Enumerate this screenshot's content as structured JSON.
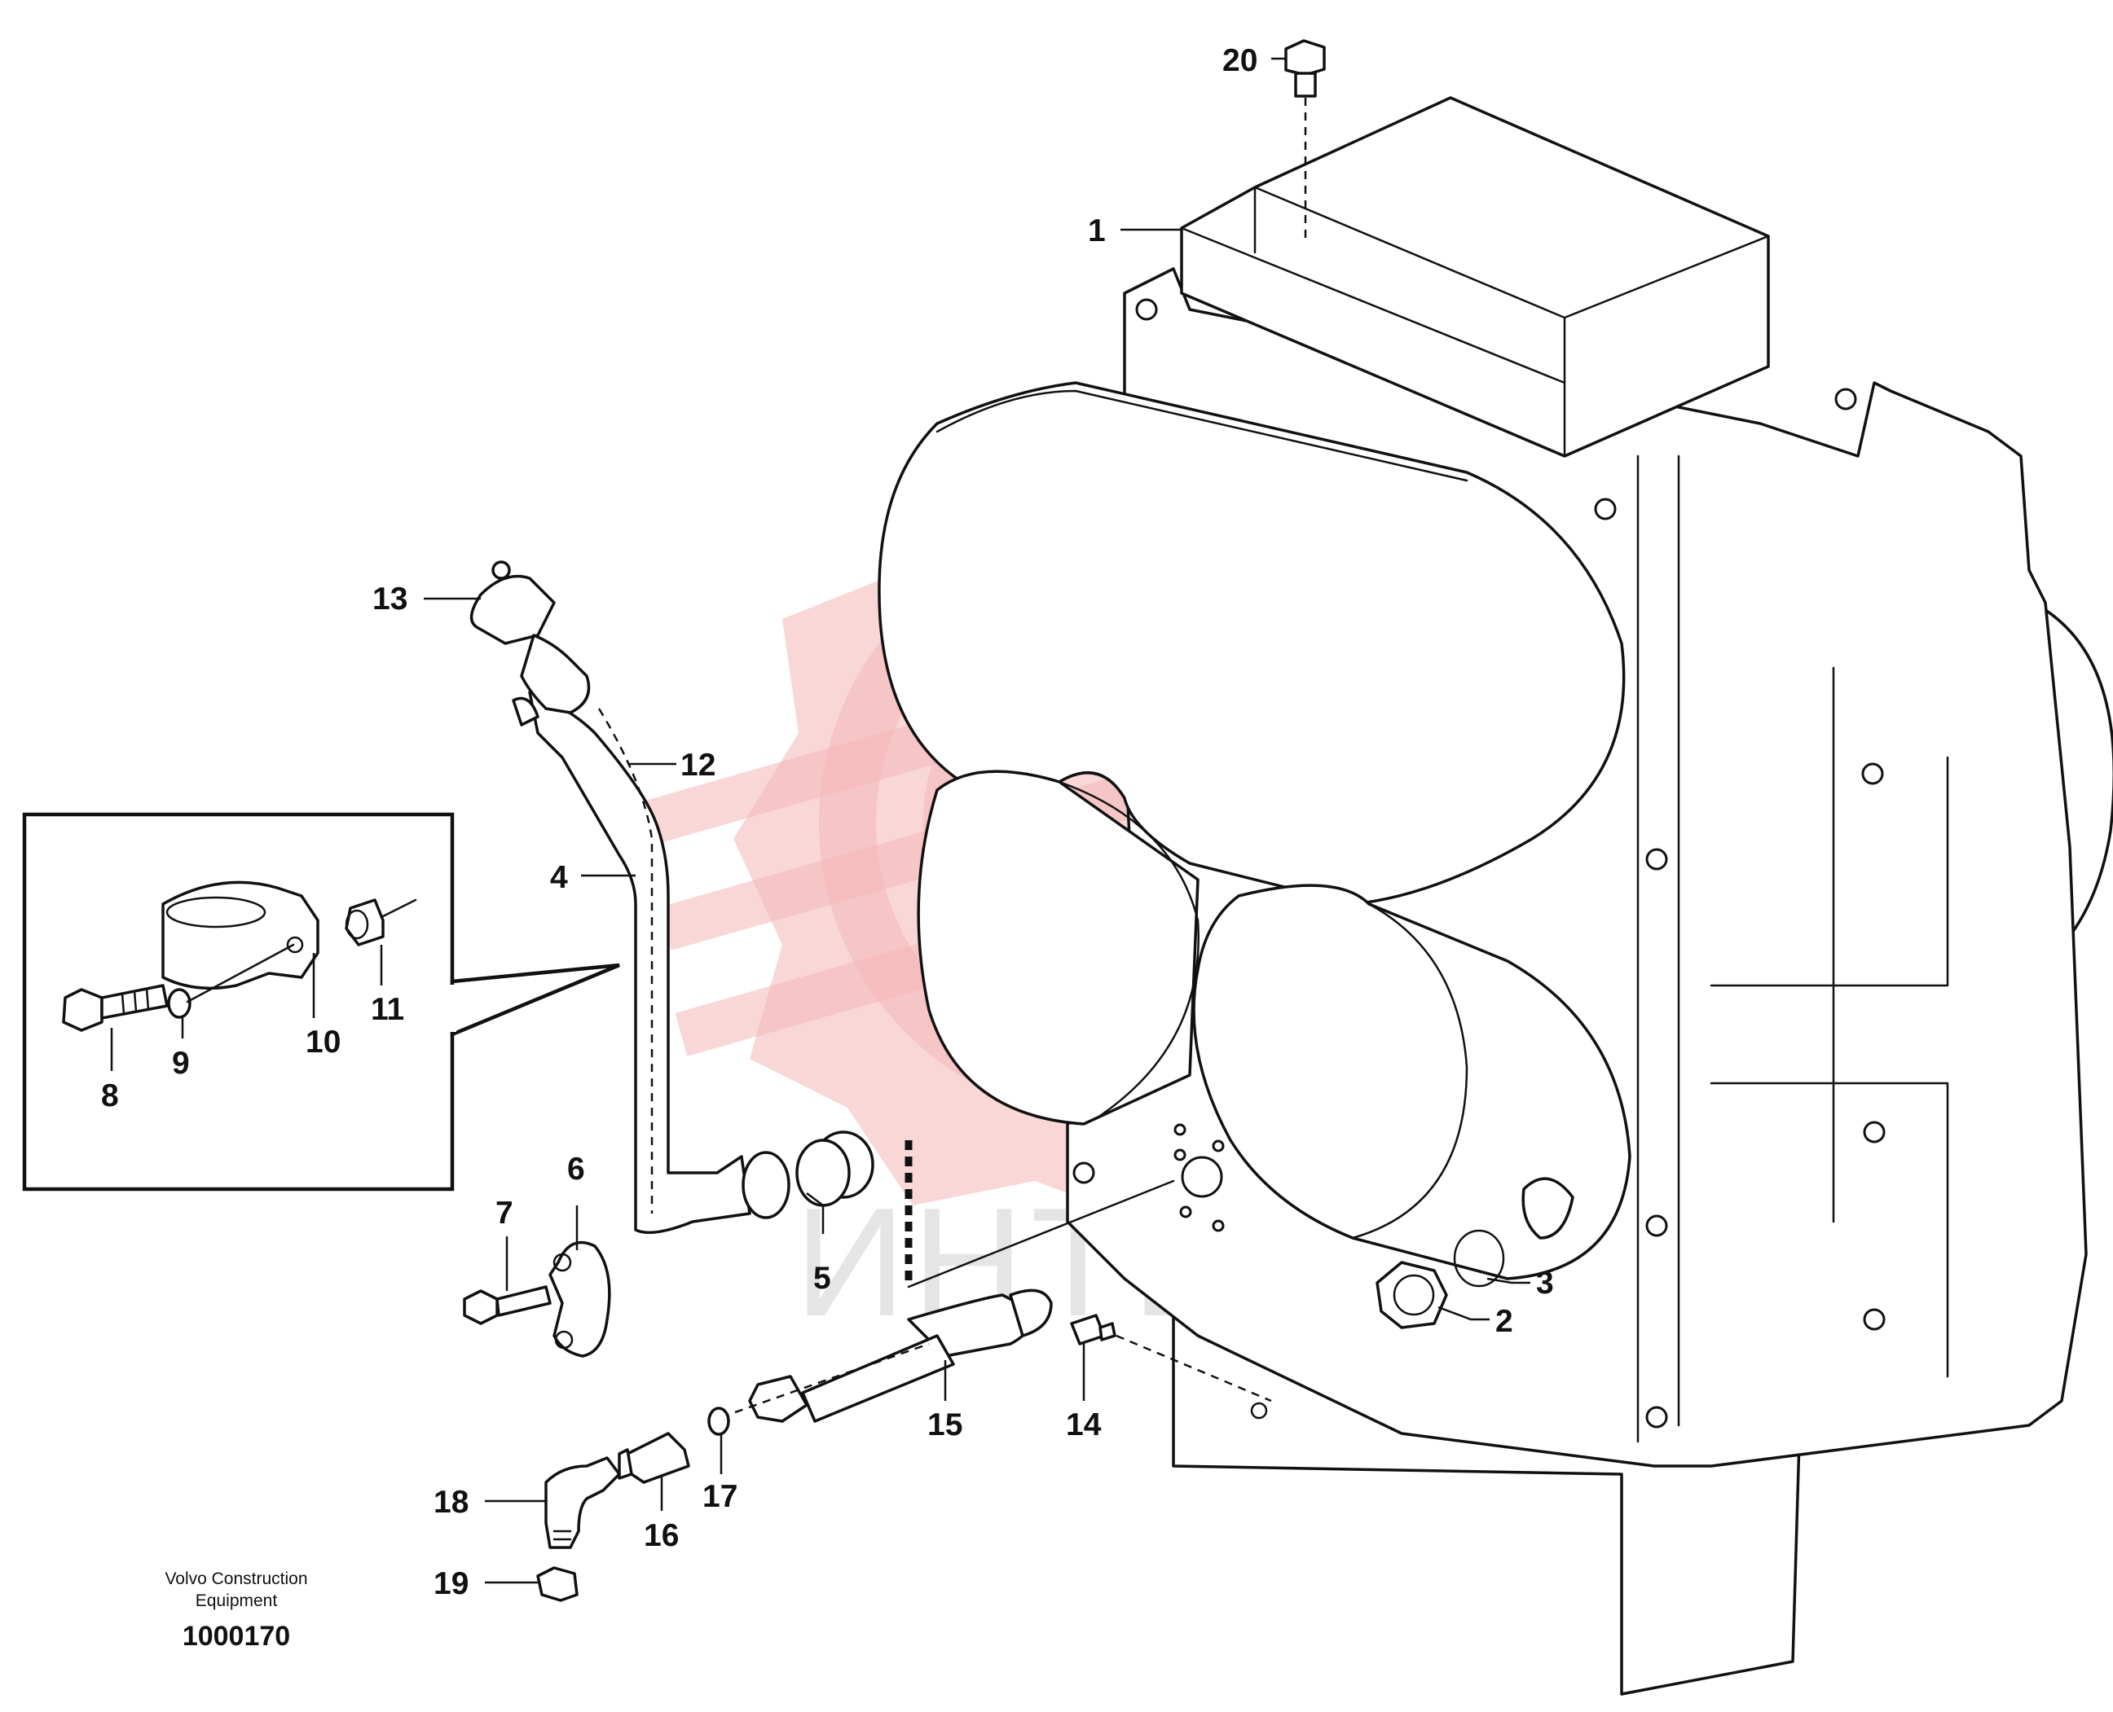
{
  "diagram": {
    "callouts": [
      {
        "id": "1",
        "label": "1"
      },
      {
        "id": "2",
        "label": "2"
      },
      {
        "id": "3",
        "label": "3"
      },
      {
        "id": "4",
        "label": "4"
      },
      {
        "id": "5",
        "label": "5"
      },
      {
        "id": "6",
        "label": "6"
      },
      {
        "id": "7",
        "label": "7"
      },
      {
        "id": "8",
        "label": "8"
      },
      {
        "id": "9",
        "label": "9"
      },
      {
        "id": "10",
        "label": "10"
      },
      {
        "id": "11",
        "label": "11"
      },
      {
        "id": "12",
        "label": "12"
      },
      {
        "id": "13",
        "label": "13"
      },
      {
        "id": "14",
        "label": "14"
      },
      {
        "id": "15",
        "label": "15"
      },
      {
        "id": "16",
        "label": "16"
      },
      {
        "id": "17",
        "label": "17"
      },
      {
        "id": "18",
        "label": "18"
      },
      {
        "id": "19",
        "label": "19"
      },
      {
        "id": "20",
        "label": "20"
      }
    ],
    "watermark_text": "ИНТЕХ",
    "footer": {
      "line1": "Volvo Construction",
      "line2": "Equipment",
      "code": "1000170"
    }
  }
}
